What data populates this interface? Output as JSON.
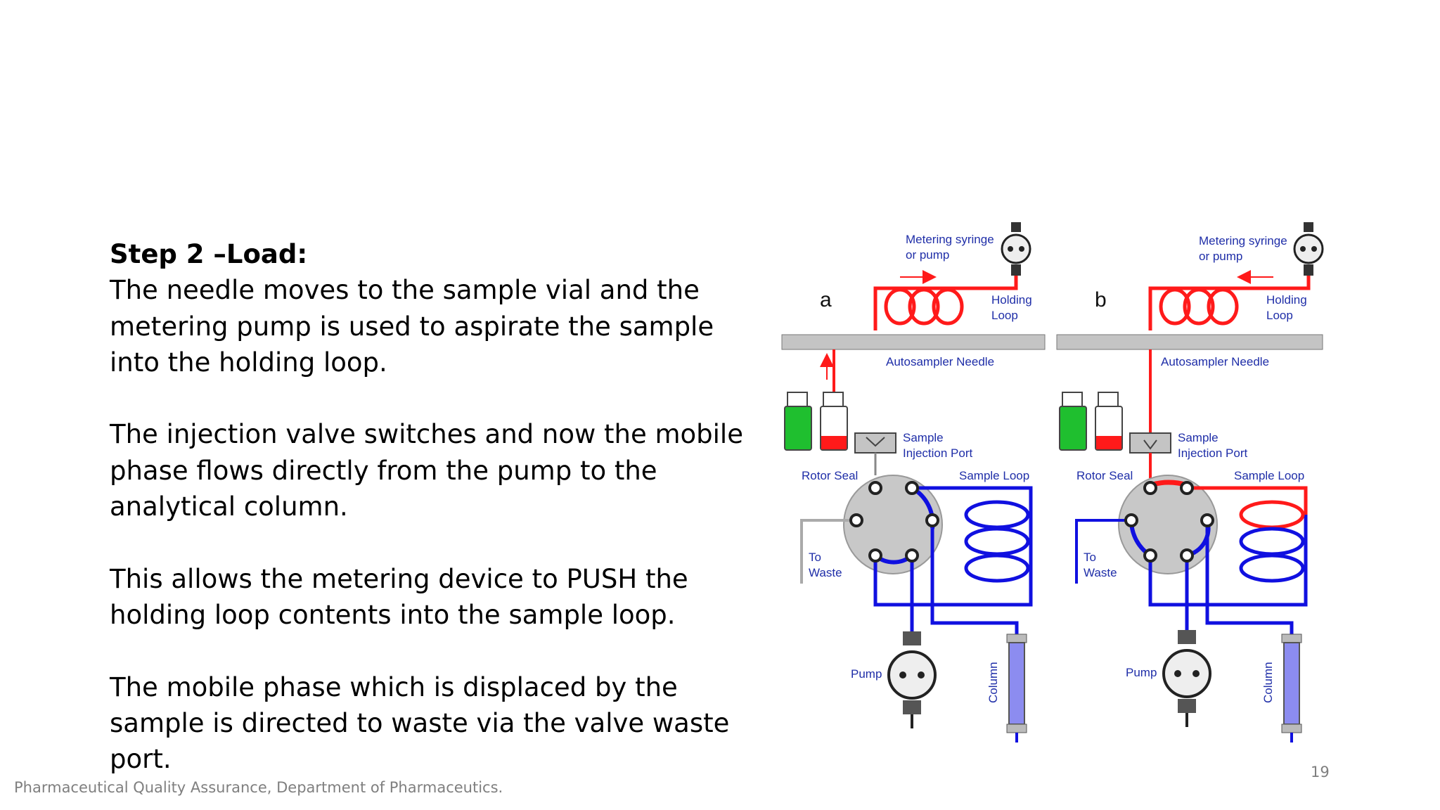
{
  "slide": {
    "heading": "Step 2 –Load:",
    "paragraphs": [
      "The needle moves to the sample vial and the metering pump is used to aspirate the sample into the holding loop.",
      "The injection valve switches and now the mobile phase flows directly from the pump to the analytical column.",
      "This allows the metering device to PUSH the holding loop contents into the sample loop.",
      "The mobile phase which is displaced by the sample is directed to waste via the valve waste port."
    ],
    "footer": "Pharmaceutical Quality Assurance, Department of Pharmaceutics.",
    "page_number": "19"
  },
  "diagram": {
    "panels": [
      {
        "letter": "a",
        "metering_line1": "Metering syringe",
        "metering_line2": "or pump",
        "holding_line1": "Holding",
        "holding_line2": "Loop",
        "needle_label": "Autosampler Needle",
        "port_line1": "Sample",
        "port_line2": "Injection Port",
        "rotor_label": "Rotor Seal",
        "loop_label": "Sample Loop",
        "waste_line1": "To",
        "waste_line2": "Waste",
        "pump_label": "Pump",
        "column_label": "Column"
      },
      {
        "letter": "b",
        "metering_line1": "Metering syringe",
        "metering_line2": "or pump",
        "holding_line1": "Holding",
        "holding_line2": "Loop",
        "needle_label": "Autosampler Needle",
        "port_line1": "Sample",
        "port_line2": "Injection Port",
        "rotor_label": "Rotor Seal",
        "loop_label": "Sample Loop",
        "waste_line1": "To",
        "waste_line2": "Waste",
        "pump_label": "Pump",
        "column_label": "Column"
      }
    ],
    "colors": {
      "red": "#ff1a1a",
      "blue": "#1010e0",
      "green": "#1fbf2f",
      "gray": "#bfbfbf",
      "label": "#1f2ea8"
    }
  }
}
